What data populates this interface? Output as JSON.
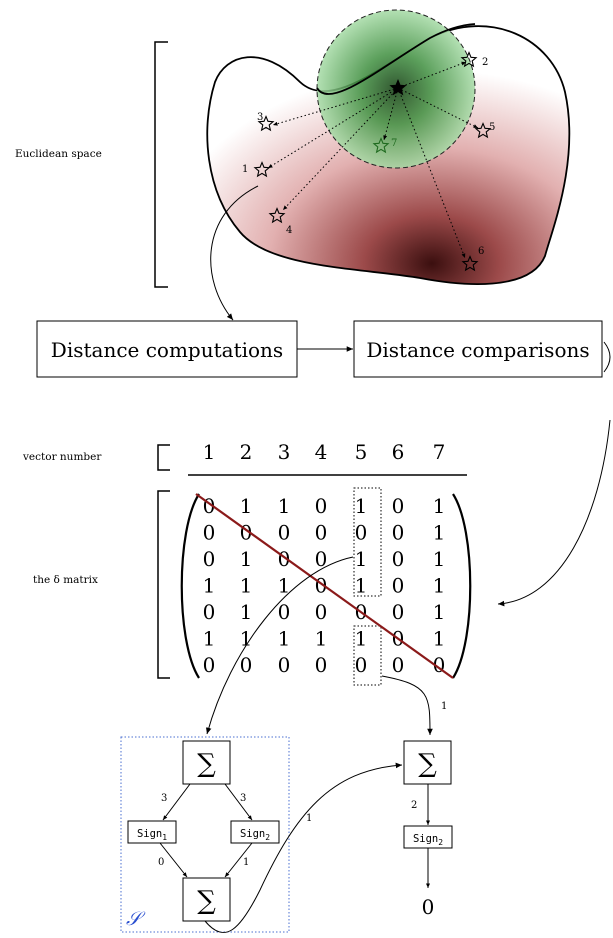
{
  "space": {
    "label": "Euclidean space",
    "vectors": [
      {
        "id": "1",
        "label": "1"
      },
      {
        "id": "2",
        "label": "2"
      },
      {
        "id": "3",
        "label": "3"
      },
      {
        "id": "4",
        "label": "4"
      },
      {
        "id": "5",
        "label": "5"
      },
      {
        "id": "6",
        "label": "6"
      },
      {
        "id": "7",
        "label": "7",
        "highlight": true
      }
    ]
  },
  "pipeline": {
    "box1": "Distance computations",
    "box2": "Distance comparisons"
  },
  "matrix": {
    "header_label": "vector number",
    "column_numbers": [
      "1",
      "2",
      "3",
      "4",
      "5",
      "6",
      "7"
    ],
    "label": "the δ matrix",
    "rows": [
      [
        "0",
        "1",
        "1",
        "0",
        "1",
        "0",
        "1"
      ],
      [
        "0",
        "0",
        "0",
        "0",
        "0",
        "0",
        "1"
      ],
      [
        "0",
        "1",
        "0",
        "0",
        "1",
        "0",
        "1"
      ],
      [
        "1",
        "1",
        "1",
        "0",
        "1",
        "0",
        "1"
      ],
      [
        "0",
        "1",
        "0",
        "0",
        "0",
        "0",
        "1"
      ],
      [
        "1",
        "1",
        "1",
        "1",
        "1",
        "0",
        "1"
      ],
      [
        "0",
        "0",
        "0",
        "0",
        "0",
        "0",
        "0"
      ]
    ]
  },
  "network": {
    "sum_symbol": "∑",
    "sign1": "Sign",
    "sign1_sub": "1",
    "sign2": "Sign",
    "sign2_sub": "2",
    "set_symbol": "𝒮",
    "edge_labels": {
      "left_top_left": "3",
      "left_top_right": "3",
      "left_bottom_left": "0",
      "left_bottom_right": "1",
      "incoming_right": "1",
      "cross": "1",
      "right_mid": "2"
    },
    "output": "0"
  },
  "colors": {
    "blob_red": "#8b2a2a",
    "circle_green": "#2e8b2e",
    "diagonal": "#8b1a1a",
    "set_box": "#4a6fd0"
  }
}
